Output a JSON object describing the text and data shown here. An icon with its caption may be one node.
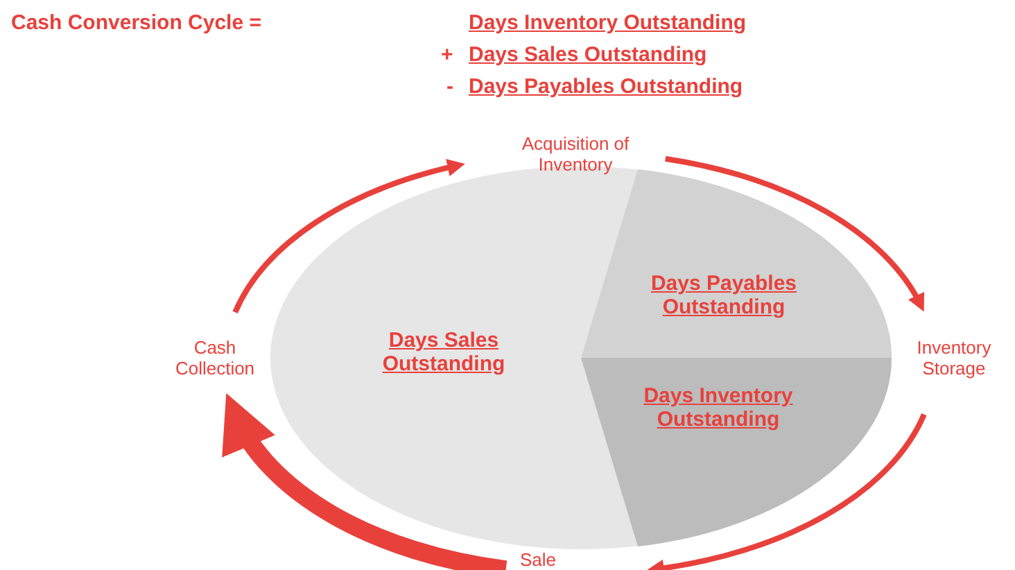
{
  "diagram": {
    "nodes": [
      {
        "text": [
          "Acquisition of Inventory"
        ]
      },
      {
        "text": [
          "Inventory Storage"
        ]
      },
      {
        "text": [
          "Sale"
        ]
      },
      {
        "text": [
          "Cash Collection"
        ]
      },
      {
        "text": [
          "Days Payables Outstanding"
        ]
      },
      {
        "text": [
          "Days Inventory Outstanding"
        ]
      },
      {
        "text": [
          "Days Sales Outstanding"
        ]
      }
    ],
    "edges": [
      {
        "from": 0,
        "to": 1,
        "arrow": "to"
      },
      {
        "from": 1,
        "to": 2,
        "arrow": "to"
      },
      {
        "from": 2,
        "to": 3,
        "arrow": "to",
        "style": "thick"
      },
      {
        "from": 3,
        "to": 0,
        "arrow": "to"
      }
    ],
    "labels": [
      "Cash Conversion Cycle =",
      "Days Inventory Outstanding",
      "+",
      "Days Sales Outstanding",
      "-",
      "Days Payables Outstanding"
    ]
  }
}
